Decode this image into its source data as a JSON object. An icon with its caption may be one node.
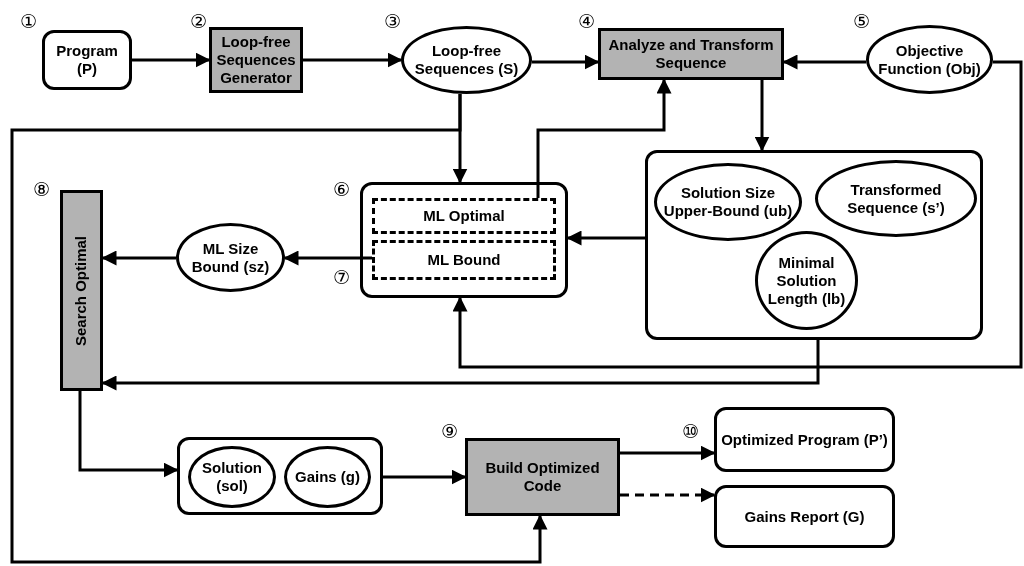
{
  "diagram": {
    "nodes": [
      {
        "text": [
          "Program (P)"
        ],
        "beside": [
          "①"
        ]
      },
      {
        "text": [
          "Loop-free Sequences Generator"
        ],
        "beside": [
          "②"
        ]
      },
      {
        "text": [
          "Loop-free Sequences (S)"
        ],
        "beside": [
          "③"
        ]
      },
      {
        "text": [
          "Analyze and Transform Sequence"
        ],
        "beside": [
          "④"
        ]
      },
      {
        "text": [
          "Objective Function (Obj)"
        ],
        "beside": [
          "⑤"
        ]
      },
      {
        "text": [],
        "shape": "box"
      },
      {
        "text": [
          "ML Optimal"
        ],
        "in": 5,
        "beside": [
          "⑥"
        ]
      },
      {
        "text": [
          "ML Bound"
        ],
        "in": 5,
        "beside": [
          "⑦"
        ]
      },
      {
        "text": [],
        "shape": "box"
      },
      {
        "text": [
          "Solution Size Upper-Bound (ub)"
        ],
        "in": 8
      },
      {
        "text": [
          "Transformed Sequence (s’)"
        ],
        "in": 8
      },
      {
        "text": [
          "Minimal Solution Length (lb)"
        ],
        "in": 8
      },
      {
        "text": [
          "ML Size Bound (sz)"
        ]
      },
      {
        "text": [
          "Search Optimal"
        ],
        "beside": [
          "⑧"
        ]
      },
      {
        "text": [],
        "shape": "box"
      },
      {
        "text": [
          "Solution (sol)"
        ],
        "in": 14
      },
      {
        "text": [
          "Gains (g)"
        ],
        "in": 14
      },
      {
        "text": [
          "Build Optimized Code"
        ],
        "beside": [
          "⑨"
        ]
      },
      {
        "text": [
          "Optimized Program (P’)"
        ],
        "beside": [
          "⑩"
        ]
      },
      {
        "text": [
          "Gains Report (G)"
        ]
      }
    ],
    "edges": [
      {
        "from": 0,
        "to": 1,
        "arrow": "to"
      },
      {
        "from": 1,
        "to": 2,
        "arrow": "to"
      },
      {
        "from": 2,
        "to": 3,
        "arrow": "to"
      },
      {
        "from": 4,
        "to": 3,
        "arrow": "to"
      },
      {
        "from": 3,
        "to": 8,
        "arrow": "to"
      },
      {
        "from": 8,
        "to": 5,
        "arrow": "to"
      },
      {
        "from": 6,
        "to": 3,
        "arrow": "to"
      },
      {
        "from": 2,
        "to": 5,
        "arrow": "to"
      },
      {
        "from": 7,
        "to": 12,
        "arrow": "to"
      },
      {
        "from": 12,
        "to": 13,
        "arrow": "to"
      },
      {
        "from": 4,
        "to": 5,
        "arrow": "to"
      },
      {
        "from": 2,
        "to": 17,
        "arrow": "to"
      },
      {
        "from": 8,
        "to": 13,
        "arrow": "to"
      },
      {
        "from": 13,
        "to": 14,
        "arrow": "to"
      },
      {
        "from": 14,
        "to": 17,
        "arrow": "to"
      },
      {
        "from": 17,
        "to": 18,
        "arrow": "to"
      },
      {
        "from": 17,
        "to": 19,
        "arrow": "to",
        "style": "dashed"
      }
    ]
  }
}
